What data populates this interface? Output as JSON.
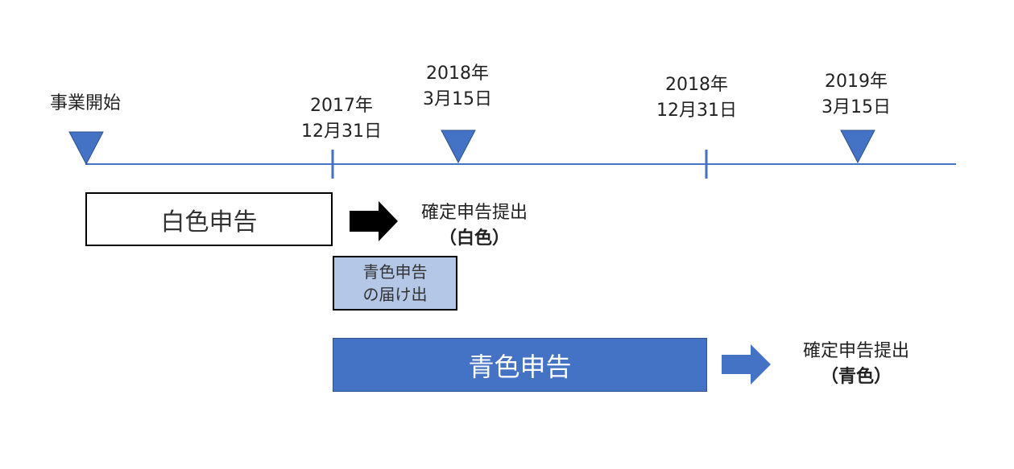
{
  "timeline": {
    "line_color": "#4472c4",
    "marker_color": "#4472c4",
    "markers": [
      {
        "id": "start",
        "label": [
          "事業開始"
        ]
      },
      {
        "id": "dec2017",
        "label": [
          "2017年",
          "12月31日"
        ]
      },
      {
        "id": "mar2018",
        "label": [
          "2018年",
          "3月15日"
        ]
      },
      {
        "id": "dec2018",
        "label": [
          "2018年",
          "12月31日"
        ]
      },
      {
        "id": "mar2019",
        "label": [
          "2019年",
          "3月15日"
        ]
      }
    ]
  },
  "white_filing": {
    "box_label": "白色申告",
    "result_line1": "確定申告提出",
    "result_line2": "（白色）",
    "arrow_color": "#000000"
  },
  "blue_notice": {
    "line1": "青色申告",
    "line2": "の届け出",
    "fill": "#b4c7e7"
  },
  "blue_filing": {
    "box_label": "青色申告",
    "result_line1": "確定申告提出",
    "result_line2": "（青色）",
    "fill": "#4472c4",
    "arrow_color": "#4472c4"
  }
}
